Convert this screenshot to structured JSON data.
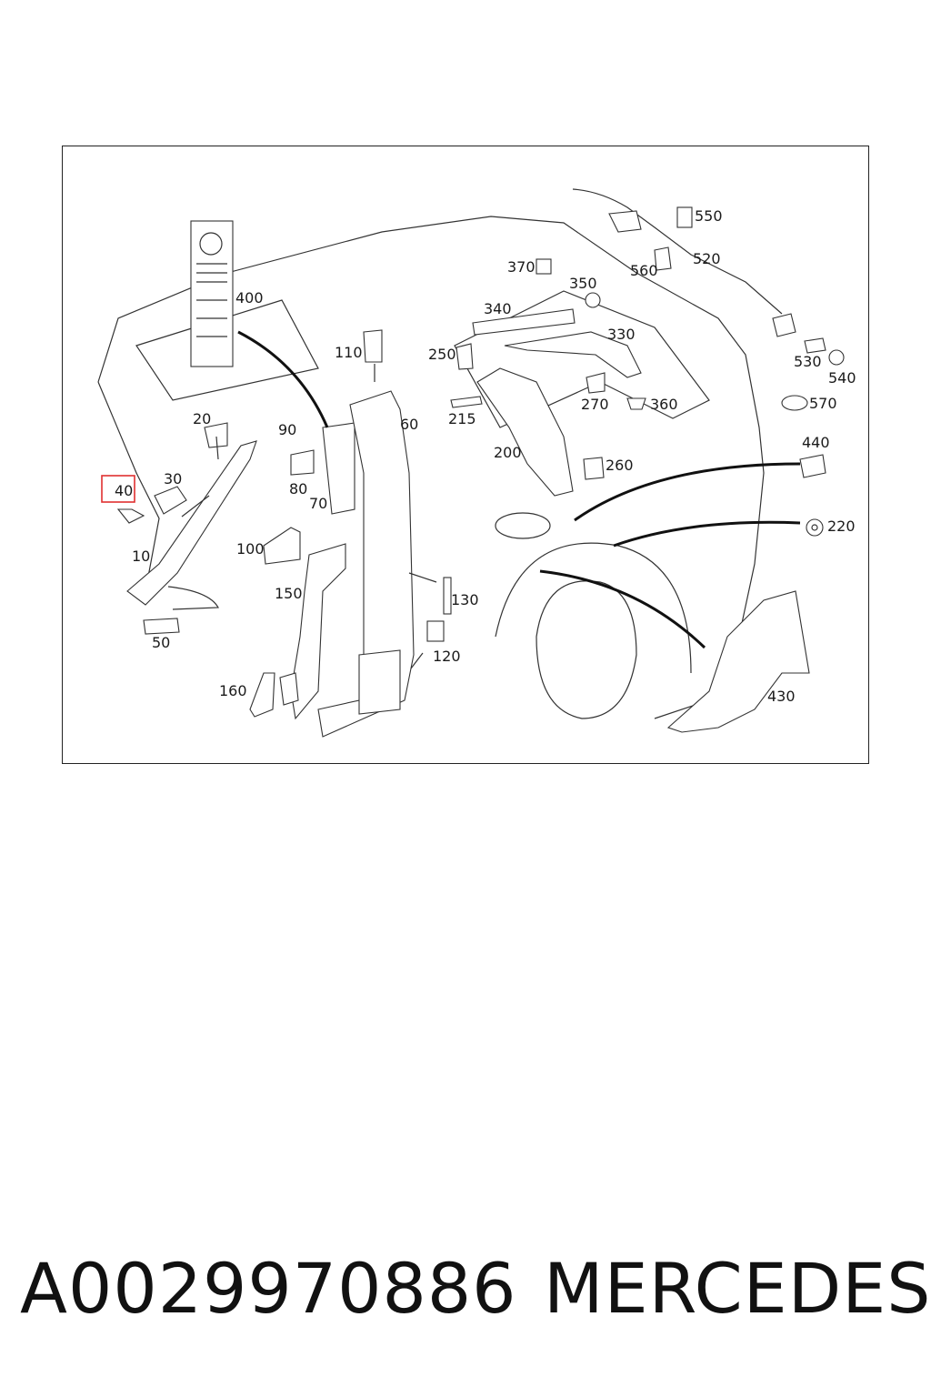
{
  "footer": {
    "part_number": "A0029970886",
    "brand": "MERCEDES"
  },
  "callouts": {
    "c10": "10",
    "c20": "20",
    "c30": "30",
    "c40": "40",
    "c50": "50",
    "c60": "60",
    "c70": "70",
    "c80": "80",
    "c90": "90",
    "c100": "100",
    "c110": "110",
    "c120": "120",
    "c130": "130",
    "c150": "150",
    "c160": "160",
    "c200": "200",
    "c215": "215",
    "c220": "220",
    "c250": "250",
    "c260": "260",
    "c270": "270",
    "c330": "330",
    "c340": "340",
    "c350": "350",
    "c360": "360",
    "c370": "370",
    "c400": "400",
    "c430": "430",
    "c440": "440",
    "c520": "520",
    "c530": "530",
    "c540": "540",
    "c550": "550",
    "c560": "560",
    "c570": "570"
  },
  "highlighted_callout": "40",
  "colors": {
    "highlight": "#e03030",
    "line": "#333333"
  }
}
